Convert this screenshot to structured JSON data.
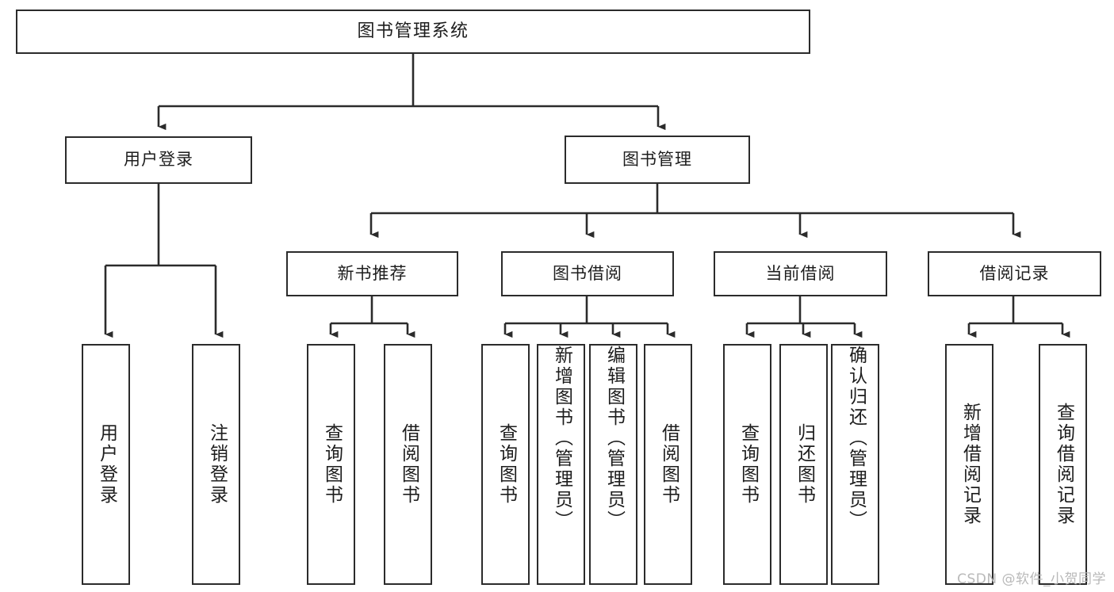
{
  "diagram": {
    "title": "图书管理系统",
    "watermark": "CSDN @软件_小贺同学",
    "style": {
      "box_border_color": "#2b2b2b",
      "box_fill": "#ffffff",
      "line_color": "#2b2b2b",
      "text_color": "#1d1d1d",
      "background": "#ffffff",
      "watermark_color": "#b9b9b9"
    },
    "levels": {
      "root": {
        "label": "图书管理系统"
      },
      "level2": [
        {
          "id": "user-login",
          "label": "用户登录"
        },
        {
          "id": "book-manage",
          "label": "图书管理"
        }
      ],
      "level3": [
        {
          "id": "new-book-rec",
          "label": "新书推荐",
          "parent": "book-manage"
        },
        {
          "id": "book-borrow",
          "label": "图书借阅",
          "parent": "book-manage"
        },
        {
          "id": "current-borrow",
          "label": "当前借阅",
          "parent": "book-manage"
        },
        {
          "id": "borrow-record",
          "label": "借阅记录",
          "parent": "book-manage"
        }
      ],
      "leaves": [
        {
          "id": "leaf-user-login",
          "label": "用户登录",
          "parent": "user-login"
        },
        {
          "id": "leaf-user-logout",
          "label": "注销登录",
          "parent": "user-login"
        },
        {
          "id": "leaf-query-book-1",
          "label": "查询图书",
          "parent": "new-book-rec"
        },
        {
          "id": "leaf-borrow-book-1",
          "label": "借阅图书",
          "parent": "new-book-rec"
        },
        {
          "id": "leaf-query-book-2",
          "label": "查询图书",
          "parent": "book-borrow"
        },
        {
          "id": "leaf-add-book",
          "label": "新增图书（管理员）",
          "parent": "book-borrow"
        },
        {
          "id": "leaf-edit-book",
          "label": "编辑图书（管理员）",
          "parent": "book-borrow"
        },
        {
          "id": "leaf-borrow-book-2",
          "label": "借阅图书",
          "parent": "book-borrow"
        },
        {
          "id": "leaf-query-book-3",
          "label": "查询图书",
          "parent": "current-borrow"
        },
        {
          "id": "leaf-return-book",
          "label": "归还图书",
          "parent": "current-borrow"
        },
        {
          "id": "leaf-confirm-return",
          "label": "确认归还（管理员）",
          "parent": "current-borrow"
        },
        {
          "id": "leaf-add-record",
          "label": "新增借阅记录",
          "parent": "borrow-record"
        },
        {
          "id": "leaf-query-record",
          "label": "查询借阅记录",
          "parent": "borrow-record"
        }
      ]
    }
  }
}
